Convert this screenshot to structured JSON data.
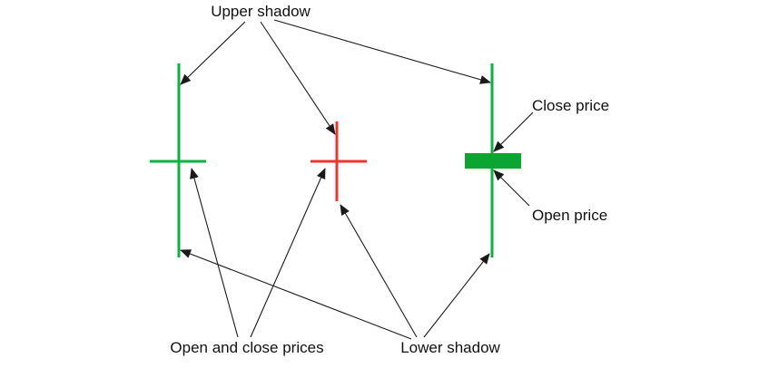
{
  "labels": {
    "upper_shadow": "Upper shadow",
    "close_price": "Close price",
    "open_price": "Open price",
    "open_and_close_prices": "Open and close prices",
    "lower_shadow": "Lower shadow"
  },
  "colors": {
    "bullish": "#0ab33e",
    "bearish": "#f0362c",
    "body": "#0aa532",
    "arrow": "#1a1a1a",
    "text": "#111111"
  },
  "candles": [
    {
      "name": "doji-green",
      "type": "doji"
    },
    {
      "name": "doji-red",
      "type": "doji"
    },
    {
      "name": "small-body-green",
      "type": "body"
    }
  ]
}
